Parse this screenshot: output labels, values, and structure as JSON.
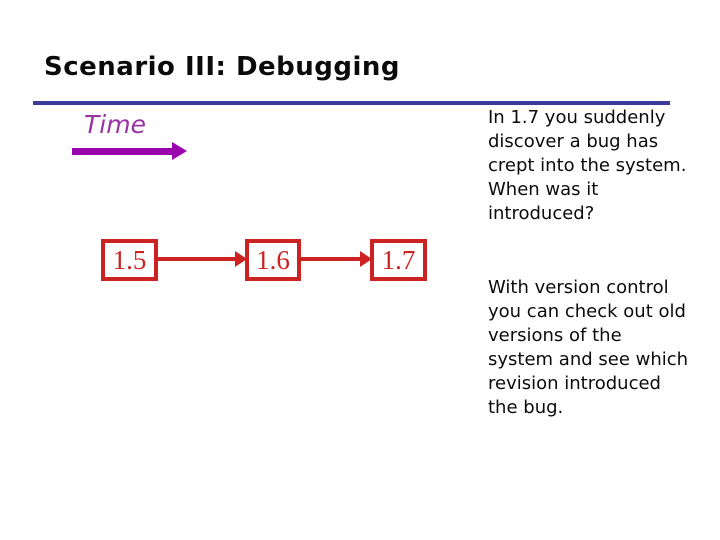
{
  "slide": {
    "title": "Scenario III: Debugging",
    "time_label": "Time",
    "versions": [
      {
        "label": "1.5"
      },
      {
        "label": "1.6"
      },
      {
        "label": "1.7"
      }
    ],
    "question_text": "In 1.7 you suddenly\ndiscover a bug has\ncrept into the system.\nWhen was it\nintroduced?",
    "answer_text": "With version control\nyou can check out old\nversions of the\nsystem and see which\nrevision introduced\nthe bug.",
    "colors": {
      "divider_blue": "#3b3b9e",
      "time_purple": "#9933a3",
      "time_arrow_purple": "#9902ac",
      "version_red": "#cc2222",
      "text_black": "#0b0b0b"
    }
  }
}
